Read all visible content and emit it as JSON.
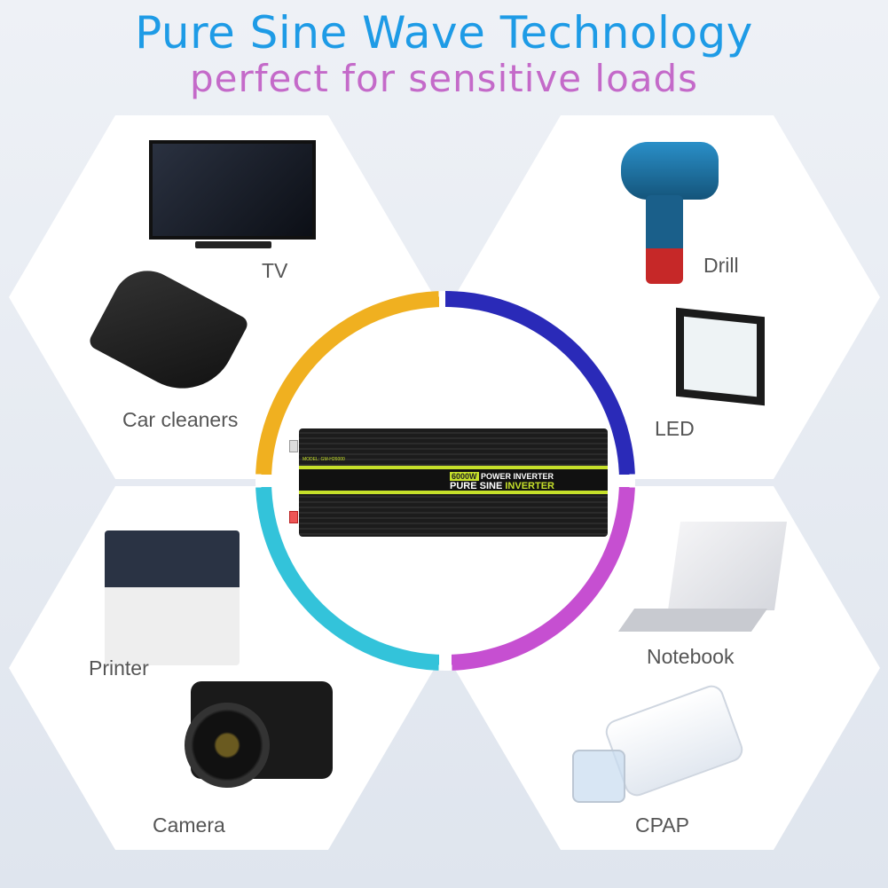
{
  "header": {
    "title": "Pure Sine Wave Technology",
    "subtitle": "perfect for sensitive loads"
  },
  "devices": [
    "TV",
    "Drill",
    "Car cleaners",
    "LED",
    "Printer",
    "Notebook",
    "Camera",
    "CPAP"
  ],
  "inverter": {
    "wattage": "6000W",
    "line1": "POWER INVERTER",
    "line2a": "PURE SINE ",
    "line2b": "INVERTER",
    "model": "MODEL: GM-H26000"
  },
  "ring_colors": {
    "top_left": "#f0b020",
    "top_right": "#2a2ab8",
    "bottom_right": "#c64fd1",
    "bottom_left": "#33c3da"
  }
}
